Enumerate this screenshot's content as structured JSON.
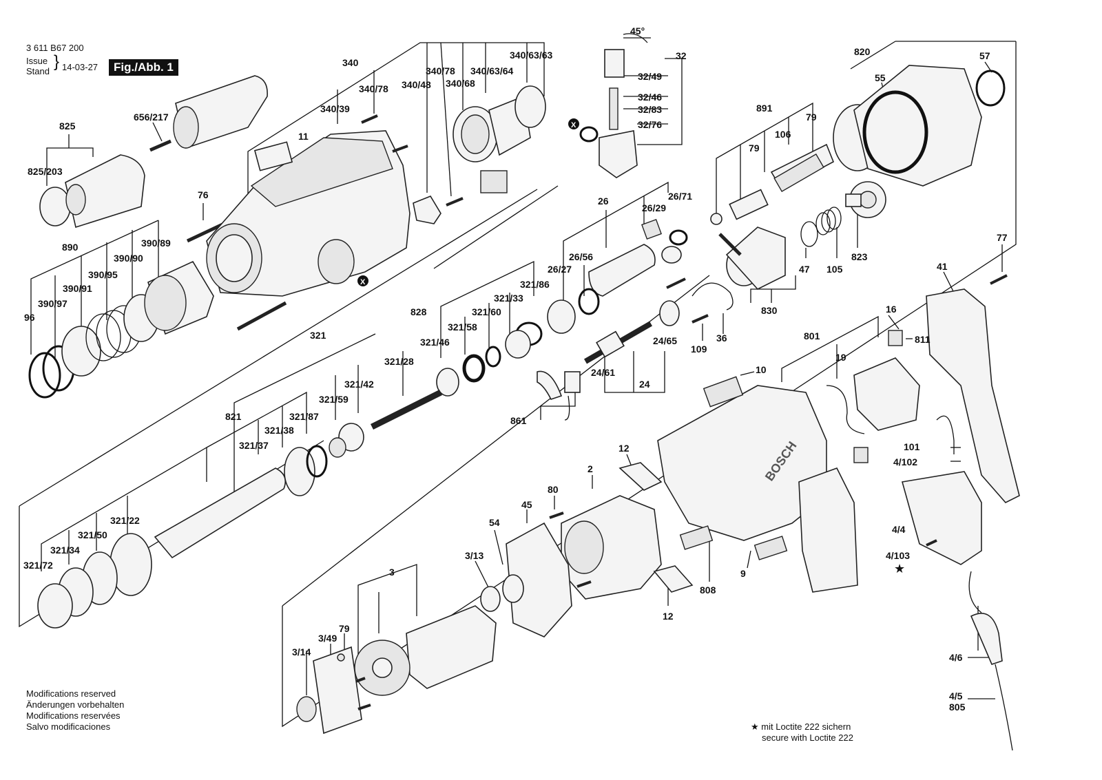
{
  "header": {
    "doc_number": "3 611 B67 200",
    "issue_label": "Issue",
    "stand_label": "Stand",
    "date": "14-03-27",
    "figure_badge": "Fig./Abb. 1",
    "angle_annotation": "45°"
  },
  "notes": {
    "lines": [
      "Modifications reserved",
      "Änderungen vorbehalten",
      "Modifications reservées",
      "Salvo modificaciones"
    ]
  },
  "loctite": {
    "star": "★",
    "line1": "mit Loctite 222 sichern",
    "line2": "secure with Loctite 222"
  },
  "callouts": [
    {
      "id": "c340",
      "text": "340"
    },
    {
      "id": "c340_78a",
      "text": "340/78"
    },
    {
      "id": "c340_78b",
      "text": "340/78"
    },
    {
      "id": "c340_63_63",
      "text": "340/63/63"
    },
    {
      "id": "c340_63_64",
      "text": "340/63/64"
    },
    {
      "id": "c340_68",
      "text": "340/68"
    },
    {
      "id": "c340_48",
      "text": "340/48"
    },
    {
      "id": "c340_39",
      "text": "340/39"
    },
    {
      "id": "c825",
      "text": "825"
    },
    {
      "id": "c656_217",
      "text": "656/217"
    },
    {
      "id": "c825_203",
      "text": "825/203"
    },
    {
      "id": "c11",
      "text": "11"
    },
    {
      "id": "c76",
      "text": "76"
    },
    {
      "id": "c890",
      "text": "890"
    },
    {
      "id": "c390_89",
      "text": "390/89"
    },
    {
      "id": "c390_90",
      "text": "390/90"
    },
    {
      "id": "c390_95",
      "text": "390/95"
    },
    {
      "id": "c390_91",
      "text": "390/91"
    },
    {
      "id": "c390_97",
      "text": "390/97"
    },
    {
      "id": "c96",
      "text": "96"
    },
    {
      "id": "c32",
      "text": "32"
    },
    {
      "id": "c32_49",
      "text": "32/49"
    },
    {
      "id": "c32_46",
      "text": "32/46"
    },
    {
      "id": "c32_83",
      "text": "32/83"
    },
    {
      "id": "c32_76",
      "text": "32/76"
    },
    {
      "id": "c820",
      "text": "820"
    },
    {
      "id": "c57",
      "text": "57"
    },
    {
      "id": "c55",
      "text": "55"
    },
    {
      "id": "c891",
      "text": "891"
    },
    {
      "id": "c79a",
      "text": "79"
    },
    {
      "id": "c106",
      "text": "106"
    },
    {
      "id": "c79b",
      "text": "79"
    },
    {
      "id": "c26",
      "text": "26"
    },
    {
      "id": "c26_29",
      "text": "26/29"
    },
    {
      "id": "c26_71",
      "text": "26/71"
    },
    {
      "id": "c26_56",
      "text": "26/56"
    },
    {
      "id": "c26_27",
      "text": "26/27"
    },
    {
      "id": "c321_86",
      "text": "321/86"
    },
    {
      "id": "c321_33",
      "text": "321/33"
    },
    {
      "id": "c321_60",
      "text": "321/60"
    },
    {
      "id": "c321_58",
      "text": "321/58"
    },
    {
      "id": "c321_46",
      "text": "321/46"
    },
    {
      "id": "c828",
      "text": "828"
    },
    {
      "id": "c321",
      "text": "321"
    },
    {
      "id": "c321_28",
      "text": "321/28"
    },
    {
      "id": "c321_42",
      "text": "321/42"
    },
    {
      "id": "c321_59",
      "text": "321/59"
    },
    {
      "id": "c821",
      "text": "821"
    },
    {
      "id": "c321_87",
      "text": "321/87"
    },
    {
      "id": "c321_38",
      "text": "321/38"
    },
    {
      "id": "c321_37",
      "text": "321/37"
    },
    {
      "id": "c321_22",
      "text": "321/22"
    },
    {
      "id": "c321_50",
      "text": "321/50"
    },
    {
      "id": "c321_34",
      "text": "321/34"
    },
    {
      "id": "c321_72",
      "text": "321/72"
    },
    {
      "id": "c47",
      "text": "47"
    },
    {
      "id": "c105",
      "text": "105"
    },
    {
      "id": "c823",
      "text": "823"
    },
    {
      "id": "c830",
      "text": "830"
    },
    {
      "id": "c109",
      "text": "109"
    },
    {
      "id": "c36",
      "text": "36"
    },
    {
      "id": "c24_65",
      "text": "24/65"
    },
    {
      "id": "c24_61",
      "text": "24/61"
    },
    {
      "id": "c24",
      "text": "24"
    },
    {
      "id": "c861",
      "text": "861"
    },
    {
      "id": "c77",
      "text": "77"
    },
    {
      "id": "c41",
      "text": "41"
    },
    {
      "id": "c16",
      "text": "16"
    },
    {
      "id": "c811",
      "text": "811"
    },
    {
      "id": "c801",
      "text": "801"
    },
    {
      "id": "c19",
      "text": "19"
    },
    {
      "id": "c10",
      "text": "10"
    },
    {
      "id": "c101",
      "text": "101"
    },
    {
      "id": "c4_102",
      "text": "4/102"
    },
    {
      "id": "c4_4",
      "text": "4/4"
    },
    {
      "id": "c4_103",
      "text": "4/103"
    },
    {
      "id": "c12a",
      "text": "12"
    },
    {
      "id": "c12b",
      "text": "12"
    },
    {
      "id": "c2",
      "text": "2"
    },
    {
      "id": "c80",
      "text": "80"
    },
    {
      "id": "c45",
      "text": "45"
    },
    {
      "id": "c54",
      "text": "54"
    },
    {
      "id": "c3",
      "text": "3"
    },
    {
      "id": "c3_13",
      "text": "3/13"
    },
    {
      "id": "c808",
      "text": "808"
    },
    {
      "id": "c9",
      "text": "9"
    },
    {
      "id": "c3_49",
      "text": "3/49"
    },
    {
      "id": "c79c",
      "text": "79"
    },
    {
      "id": "c3_14",
      "text": "3/14"
    },
    {
      "id": "c4_6",
      "text": "4/6"
    },
    {
      "id": "c4_5",
      "text": "4/5"
    },
    {
      "id": "c805",
      "text": "805"
    },
    {
      "id": "cXa",
      "text": "X"
    },
    {
      "id": "cXb",
      "text": "X"
    }
  ],
  "brand_text": "BOSCH"
}
